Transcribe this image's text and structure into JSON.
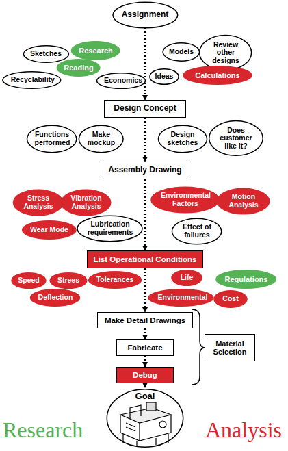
{
  "diagram": {
    "nodes": [
      {
        "text": [
          "Assignment"
        ]
      },
      {
        "text": [
          "Sketches"
        ]
      },
      {
        "text": [
          "Research"
        ]
      },
      {
        "text": [
          "Models"
        ]
      },
      {
        "text": [
          "Review other designs"
        ]
      },
      {
        "text": [
          "Reading"
        ]
      },
      {
        "text": [
          "Ideas"
        ]
      },
      {
        "text": [
          "Recyclability"
        ]
      },
      {
        "text": [
          "Economics"
        ]
      },
      {
        "text": [
          "Calculations"
        ]
      },
      {
        "text": [
          "Design Concept"
        ]
      },
      {
        "text": [
          "Functions performed"
        ]
      },
      {
        "text": [
          "Make mockup"
        ]
      },
      {
        "text": [
          "Design sketches"
        ]
      },
      {
        "text": [
          "Does customer like it?"
        ]
      },
      {
        "text": [
          "Assembly Drawing"
        ]
      },
      {
        "text": [
          "Stress Analysis"
        ]
      },
      {
        "text": [
          "Vibration Analysis"
        ]
      },
      {
        "text": [
          "Environmental Factors"
        ]
      },
      {
        "text": [
          "Motion Analysis"
        ]
      },
      {
        "text": [
          "Wear Mode"
        ]
      },
      {
        "text": [
          "Lubrication requirements"
        ]
      },
      {
        "text": [
          "Effect of failures"
        ]
      },
      {
        "text": [
          "List Operational Conditions"
        ]
      },
      {
        "text": [
          "Speed"
        ]
      },
      {
        "text": [
          "Strees"
        ]
      },
      {
        "text": [
          "Tolerances"
        ]
      },
      {
        "text": [
          "Life"
        ]
      },
      {
        "text": [
          "Requlations"
        ]
      },
      {
        "text": [
          "Deflection"
        ]
      },
      {
        "text": [
          "Environmental"
        ]
      },
      {
        "text": [
          "Cost"
        ]
      },
      {
        "text": [
          "Make Detail Drawings"
        ]
      },
      {
        "text": [
          "Fabricate"
        ]
      },
      {
        "text": [
          "Material Selection"
        ]
      },
      {
        "text": [
          "Debug"
        ]
      },
      {
        "text": [
          "Goal"
        ]
      }
    ],
    "edges": [
      {
        "from": 0,
        "to": 10,
        "arrow": "to"
      },
      {
        "from": 10,
        "to": 15,
        "arrow": "to"
      },
      {
        "from": 15,
        "to": 23,
        "arrow": "to"
      },
      {
        "from": 23,
        "to": 32,
        "arrow": "to"
      },
      {
        "from": 32,
        "to": 33,
        "arrow": "to"
      },
      {
        "from": 33,
        "to": 35,
        "arrow": "to"
      },
      {
        "from": 35,
        "to": 36,
        "arrow": "to"
      }
    ],
    "labels": [
      "Research",
      "Analysis"
    ]
  }
}
